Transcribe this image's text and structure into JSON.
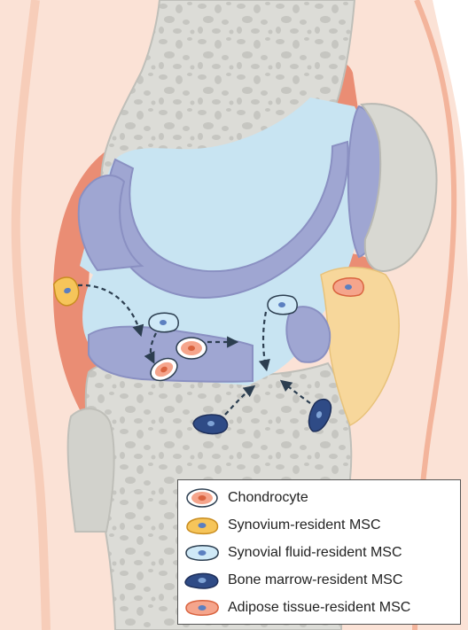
{
  "colors": {
    "skin": "#f6c6b0",
    "synovium": "#ea8d74",
    "bone": "#dcdcd7",
    "bone_outline": "#bfbfb9",
    "bone_pores": "#c6c6c1",
    "fat_pad": "#f7d79b",
    "synovial_fluid": "#c8e4f2",
    "cartilage": "#9fa6d2",
    "cartilage_dark": "#8a90c2",
    "patella": "#d8d8d2",
    "arrow": "#2c3e50"
  },
  "legend": {
    "items": [
      {
        "label": "Chondrocyte",
        "cell": "chondrocyte",
        "fill": "#f5a58c",
        "nucleus": "#d9633f",
        "outline": "#2c3e50"
      },
      {
        "label": "Synovium-resident MSC",
        "cell": "synovium-msc",
        "fill": "#f6c55a",
        "nucleus": "#5b7fc0",
        "outline": "#c98d20"
      },
      {
        "label": "Synovial fluid-resident MSC",
        "cell": "synovial-fluid-msc",
        "fill": "#cfe9f7",
        "nucleus": "#5b7fc0",
        "outline": "#2c3e50"
      },
      {
        "label": "Bone marrow-resident MSC",
        "cell": "bone-marrow-msc",
        "fill": "#2f4b86",
        "nucleus": "#7fa3d6",
        "outline": "#1e2f5a"
      },
      {
        "label": "Adipose tissue-resident MSC",
        "cell": "adipose-msc",
        "fill": "#f5a58c",
        "nucleus": "#5b7fc0",
        "outline": "#d9633f"
      }
    ]
  }
}
